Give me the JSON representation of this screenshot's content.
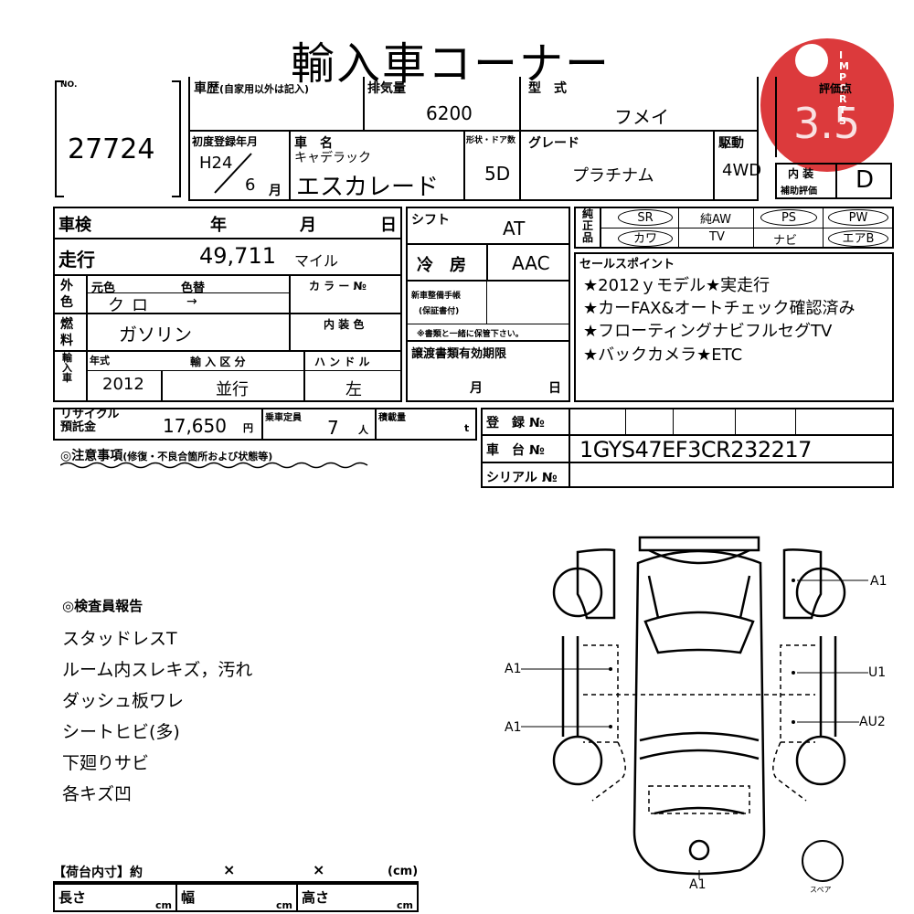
{
  "title": "輸入車コーナー",
  "lot_no_label": "NO.",
  "lot_no": "27724",
  "history_label": "車歴",
  "history_note": "(自家用以外は記入)",
  "displacement_label": "排気量",
  "displacement": "6200",
  "model_code_label": "型　式",
  "model_code": "フメイ",
  "first_reg_label": "初度登録年月",
  "first_reg_year": "H24",
  "first_reg_month": "6",
  "month_unit": "月",
  "car_name_label": "車　名",
  "maker": "キャデラック",
  "car_name": "エスカレード",
  "doors_label": "形状・ドア数",
  "doors": "5D",
  "grade_label": "グレード",
  "grade": "プラチナム",
  "drive_label": "駆動",
  "drive": "4WD",
  "interior_label": "内 装",
  "interior_sub_label": "補助評価",
  "interior_grade": "D",
  "score_label": "評価点",
  "score": "3.5",
  "stamp_text": "IMPORTS",
  "inspection": {
    "label": "車検",
    "year": "年",
    "month": "月",
    "day": "日"
  },
  "shift_label": "シフト",
  "shift": "AT",
  "mileage_label": "走行",
  "mileage": "49,711",
  "mileage_unit": "マイル",
  "ac_label": "冷　房",
  "ac": "AAC",
  "color_outer_label": "外色",
  "orig_color_label": "元色",
  "orig_color": "クロ",
  "repaint_label": "色替",
  "repaint": "→",
  "color_no_label": "カ ラ ー №",
  "fuel_label": "燃料",
  "fuel": "ガソリン",
  "interior_color_label": "内 装 色",
  "maintenance_label": "新車整備手帳",
  "maintenance_sub": "(保証書付)",
  "maintenance_note": "※書類と一緒に保管下さい。",
  "import_label": "輸入車",
  "model_year_label": "年式",
  "model_year": "2012",
  "import_type_label": "輸 入 区 分",
  "import_type": "並行",
  "handle_label": "ハ ン ド ル",
  "handle": "左",
  "transfer_label": "譲渡書類有効期限",
  "transfer_month": "月",
  "transfer_day": "日",
  "recycle_label1": "リサイクル",
  "recycle_label2": "預託金",
  "recycle": "17,650",
  "yen": "円",
  "capacity_label": "乗車定員",
  "capacity": "7",
  "person_unit": "人",
  "load_label": "積載量",
  "ton_unit": "t",
  "reg_no_label": "登　録 №",
  "chassis_label": "車　台 №",
  "chassis": "1GYS47EF3CR232217",
  "serial_label": "シリアル №",
  "caution_label": "◎注意事項",
  "caution_sub": "(修復・不良合箇所および状態等)",
  "equip_label": "純正品",
  "equip_row1": [
    "SR",
    "純AW",
    "PS",
    "PW"
  ],
  "equip_row2": [
    "カワ",
    "TV",
    "ナビ",
    "エアB"
  ],
  "sales_label": "セールスポイント",
  "sales_points": [
    "★2012ｙモデル★実走行",
    "★カーFAX&オートチェック確認済み",
    "★フローティングナビフルセグTV",
    "★バックカメラ★ETC"
  ],
  "report_label": "◎検査員報告",
  "report_items": [
    "スタッドレスT",
    "ルーム内スレキズ，汚れ",
    "ダッシュ板ワレ",
    "シートヒビ(多)",
    "下廻りサビ",
    "各キズ凹"
  ],
  "cargo_label": "【荷台内寸】約",
  "cargo_x1": "×",
  "cargo_x2": "×",
  "cargo_unit_paren": "(cm)",
  "cargo_length": "長さ",
  "cargo_width": "幅",
  "cargo_height": "高さ",
  "cm": "cm",
  "damage_codes": {
    "right_front_door": "A1",
    "left_front": "A1",
    "right_middle": "U1",
    "left_rear": "A1",
    "right_rear": "AU2",
    "rear": "A1"
  },
  "spare_label": "スペア"
}
